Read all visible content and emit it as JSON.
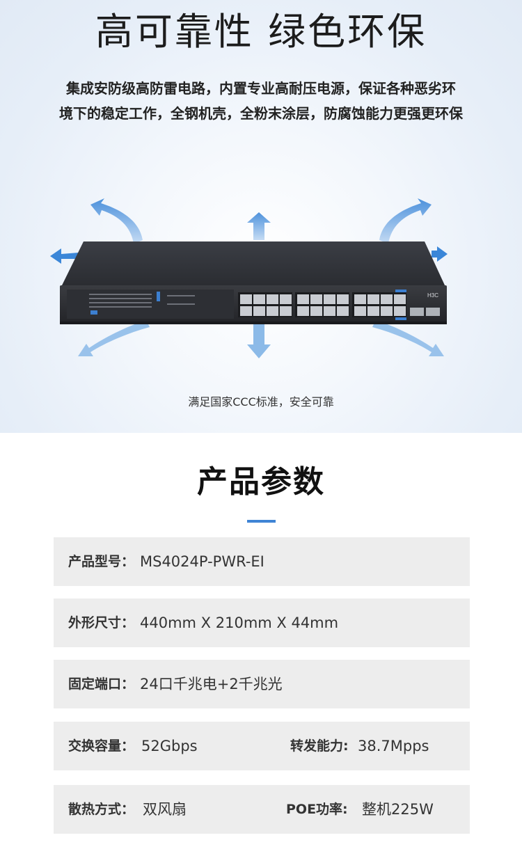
{
  "hero": {
    "title": "高可靠性 绿色环保",
    "desc_line1": "集成安防级高防雷电路，内置专业高耐压电源，保证各种恶劣环",
    "desc_line2": "境下的稳定工作，全钢机壳，全粉末涂层，防腐蚀能力更强更环保",
    "caption": "满足国家CCC标准，安全可靠",
    "device_brand": "H3C"
  },
  "specs": {
    "title": "产品参数",
    "accent_color": "#3f84d5",
    "rows": [
      {
        "label": "产品型号：",
        "value": "MS4024P-PWR-EI"
      },
      {
        "label": "外形尺寸：",
        "value": "440mm X 210mm X 44mm"
      },
      {
        "label": "固定端口：",
        "value": "24口千兆电+2千兆光"
      },
      {
        "label": "交换容量：",
        "value": "52Gbps",
        "label2": "转发能力:",
        "value2": "38.7Mpps"
      },
      {
        "label": "散热方式：",
        "value": "双风扇",
        "label2": "POE功率:",
        "value2": "整机225W"
      }
    ]
  }
}
